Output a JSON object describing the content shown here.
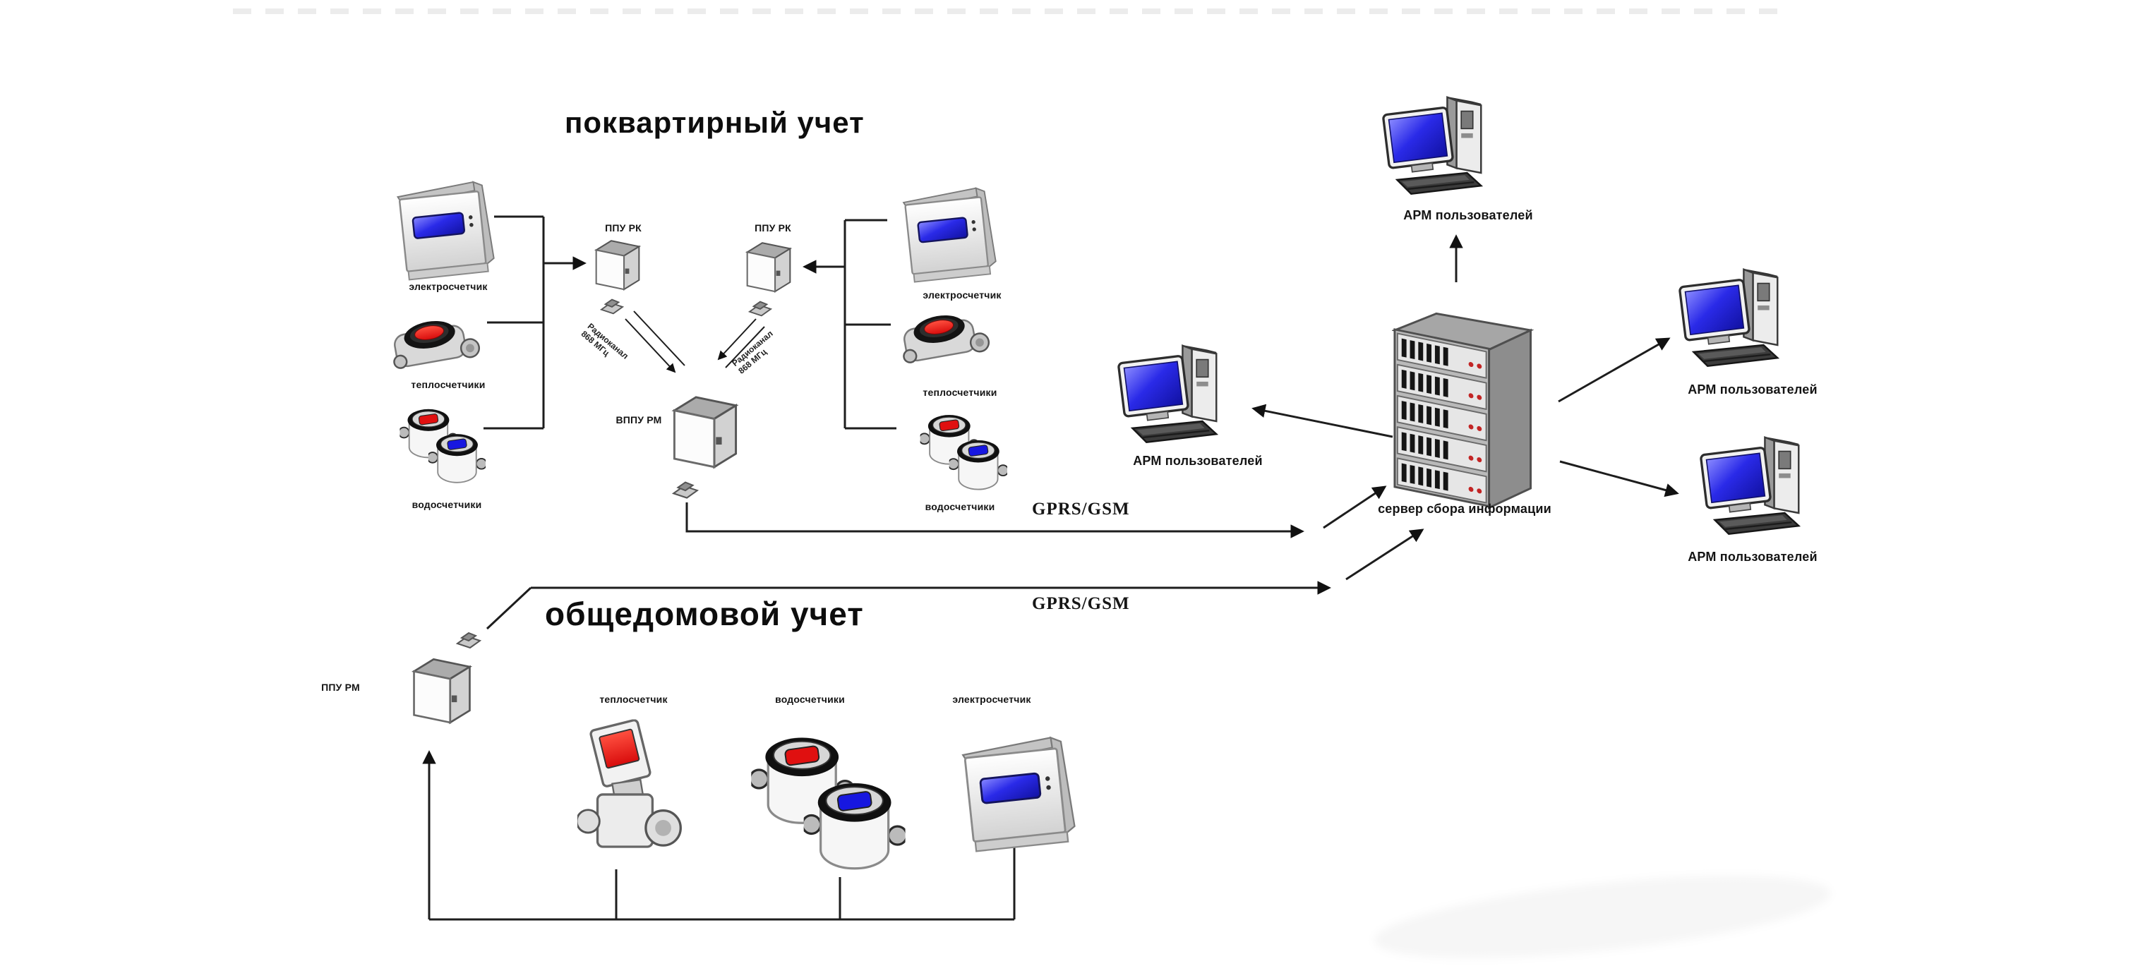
{
  "titles": {
    "apartment": "поквартирный учет",
    "building": "общедомовой учет"
  },
  "apartment": {
    "left_meters": [
      {
        "label": "электросчетчик"
      },
      {
        "label": "теплосчетчики"
      },
      {
        "label": "водосчетчики"
      }
    ],
    "right_meters": [
      {
        "label": "электросчетчик"
      },
      {
        "label": "теплосчетчики"
      },
      {
        "label": "водосчетчики"
      }
    ],
    "concentrators": [
      {
        "label": "ППУ РК"
      },
      {
        "label": "ППУ РК"
      }
    ],
    "radio_links": [
      {
        "label": "Радиоканал 868 МГц"
      },
      {
        "label": "Радиоканал 868 МГц"
      }
    ],
    "collector": {
      "label": "ВППУ РМ"
    }
  },
  "building": {
    "collector": {
      "label": "ППУ РМ"
    },
    "meters": [
      {
        "label": "теплосчетчик"
      },
      {
        "label": "водосчетчики"
      },
      {
        "label": "электросчетчик"
      }
    ]
  },
  "links": [
    {
      "label": "GPRS/GSM"
    },
    {
      "label": "GPRS/GSM"
    }
  ],
  "server": {
    "label": "сервер сбора информации"
  },
  "workstations": [
    {
      "label": "АРМ пользователей"
    },
    {
      "label": "АРМ пользователей"
    },
    {
      "label": "АРМ пользователей"
    },
    {
      "label": "АРМ пользователей"
    }
  ],
  "colors": {
    "screen_blue": "#2323e0",
    "display_red": "#d80c0c",
    "water_blue": "#1717e0",
    "line": "#1a1a1a"
  }
}
